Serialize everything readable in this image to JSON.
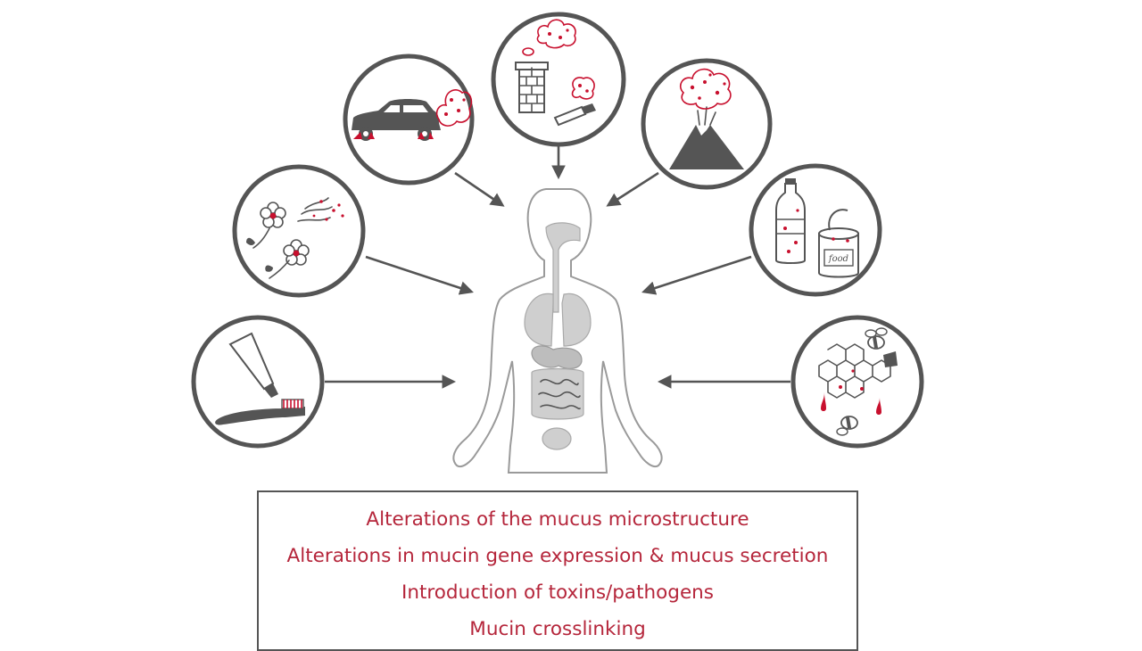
{
  "colors": {
    "outline": "#555555",
    "accent_red": "#c8102e",
    "text_red": "#b5263b",
    "organ_gray": "#cfcfcf",
    "body_outline": "#9a9a9a"
  },
  "sources": [
    {
      "id": "vehicle-exhaust",
      "icon": "car-icon"
    },
    {
      "id": "chimney-and-cigarette-smoke",
      "icon": "chimney-cigarette-icon"
    },
    {
      "id": "volcanic-emissions",
      "icon": "volcano-icon"
    },
    {
      "id": "pollen",
      "icon": "flower-icon"
    },
    {
      "id": "food-and-drink-containers",
      "icon": "bottle-can-icon"
    },
    {
      "id": "toothpaste",
      "icon": "toothpaste-icon"
    },
    {
      "id": "honeycomb-and-bees",
      "icon": "honeycomb-bee-icon"
    }
  ],
  "can_label": "food",
  "effects": [
    "Alterations of the mucus microstructure",
    "Alterations in mucin gene expression & mucus secretion",
    "Introduction of toxins/pathogens",
    "Mucin crosslinking"
  ]
}
